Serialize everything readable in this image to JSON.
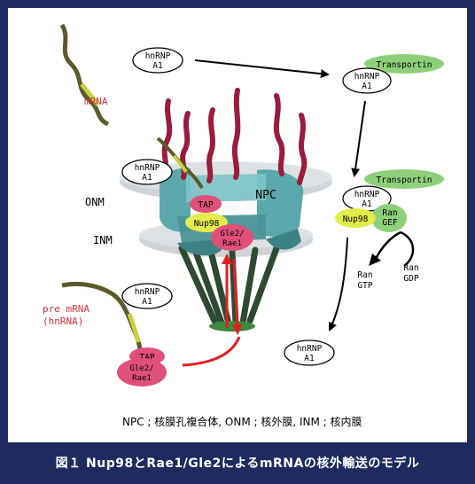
{
  "labels": {
    "hnrnp_line1": "hnRNP",
    "hnrnp_line2": "A1",
    "transportin": "Transportin",
    "mrna": "mRNA",
    "onm": "ONM",
    "inm": "INM",
    "npc": "NPC",
    "tap": "TAP",
    "nup98": "Nup98",
    "gle2_line1": "Gle2/",
    "gle2_line2": "Rae1",
    "ran_gef_line1": "Ran",
    "ran_gef_line2": "GEF",
    "ran_gtp_line1": "Ran",
    "ran_gtp_line2": "GTP",
    "ran_gdp_line1": "Ran",
    "ran_gdp_line2": "GDP",
    "premrna_line1": "pre mRNA",
    "premrna_line2": "(hnRNA)",
    "legend": "NPC ; 核膜孔複合体, ONM ; 核外膜,  INM ; 核内膜"
  },
  "caption": "図１  Nup98とRae1/Gle2によるmRNAの核外輸送のモデル",
  "colors": {
    "frame": "#1d2b5e",
    "label_red": "#d2323c",
    "transportin": "#8ed07a",
    "tap_pink": "#e0507a",
    "nup98_yellow": "#e4ec4a",
    "membrane_gray": "#c8ccd0",
    "npc_teal": "#5aa8ac",
    "filament_maroon": "#9a1c3c",
    "fiber_dark_green": "#2e4a34",
    "arrow_red": "#e02020"
  }
}
